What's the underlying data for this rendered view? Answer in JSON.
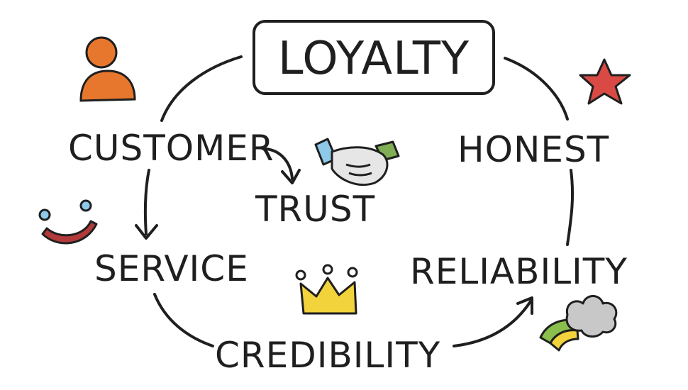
{
  "diagram": {
    "title": "LOYALTY",
    "words": {
      "customer": "CUSTOMER",
      "trust": "TRUST",
      "honest": "HONEST",
      "service": "SERVICE",
      "reliability": "RELIABILITY",
      "credibility": "CREDIBILITY"
    }
  },
  "icons": {
    "person": "person-icon",
    "star": "star-icon",
    "handshake": "handshake-icon",
    "smiley": "smiley-icon",
    "crown": "crown-icon",
    "rainbow": "rainbow-cloud-icon"
  },
  "colors": {
    "ink": "#1f1f1f",
    "orange": "#e8772e",
    "star_red": "#d94a45",
    "smile_red": "#b23a3a",
    "crown_yellow": "#f2d33b",
    "handshake_blue": "#8ec9ea",
    "handshake_green": "#7fae55",
    "cloud_gray": "#c8c8c8",
    "rainbow_green": "#8bbf4d",
    "rainbow_yellow": "#f2d33b"
  }
}
